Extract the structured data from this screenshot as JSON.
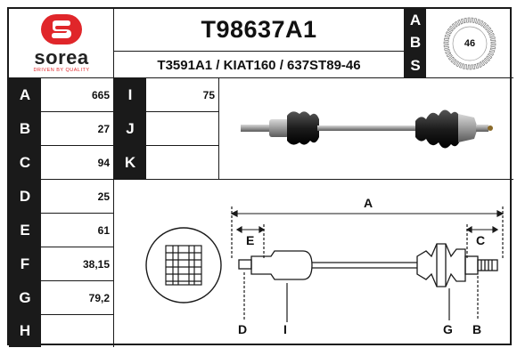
{
  "brand": {
    "name": "sorea",
    "tagline": "DRIVEN BY QUALITY",
    "color": "#e0262a"
  },
  "header": {
    "part_number": "T98637A1",
    "cross_refs": "T3591A1 / KIAT160 / 637ST89-46",
    "abs_letters": [
      "A",
      "B",
      "S"
    ],
    "abs_teeth": "46"
  },
  "specs_left": [
    {
      "label": "A",
      "value": "665"
    },
    {
      "label": "B",
      "value": "27"
    },
    {
      "label": "C",
      "value": "94"
    },
    {
      "label": "D",
      "value": "25"
    },
    {
      "label": "E",
      "value": "61"
    },
    {
      "label": "F",
      "value": "38,15"
    },
    {
      "label": "G",
      "value": "79,2"
    },
    {
      "label": "H",
      "value": ""
    }
  ],
  "specs_right": [
    {
      "label": "I",
      "value": "75"
    },
    {
      "label": "J",
      "value": ""
    },
    {
      "label": "K",
      "value": ""
    }
  ],
  "diagram_labels": {
    "A": "A",
    "C": "C",
    "E": "E",
    "D": "D",
    "I": "I",
    "G": "G",
    "B": "B"
  }
}
